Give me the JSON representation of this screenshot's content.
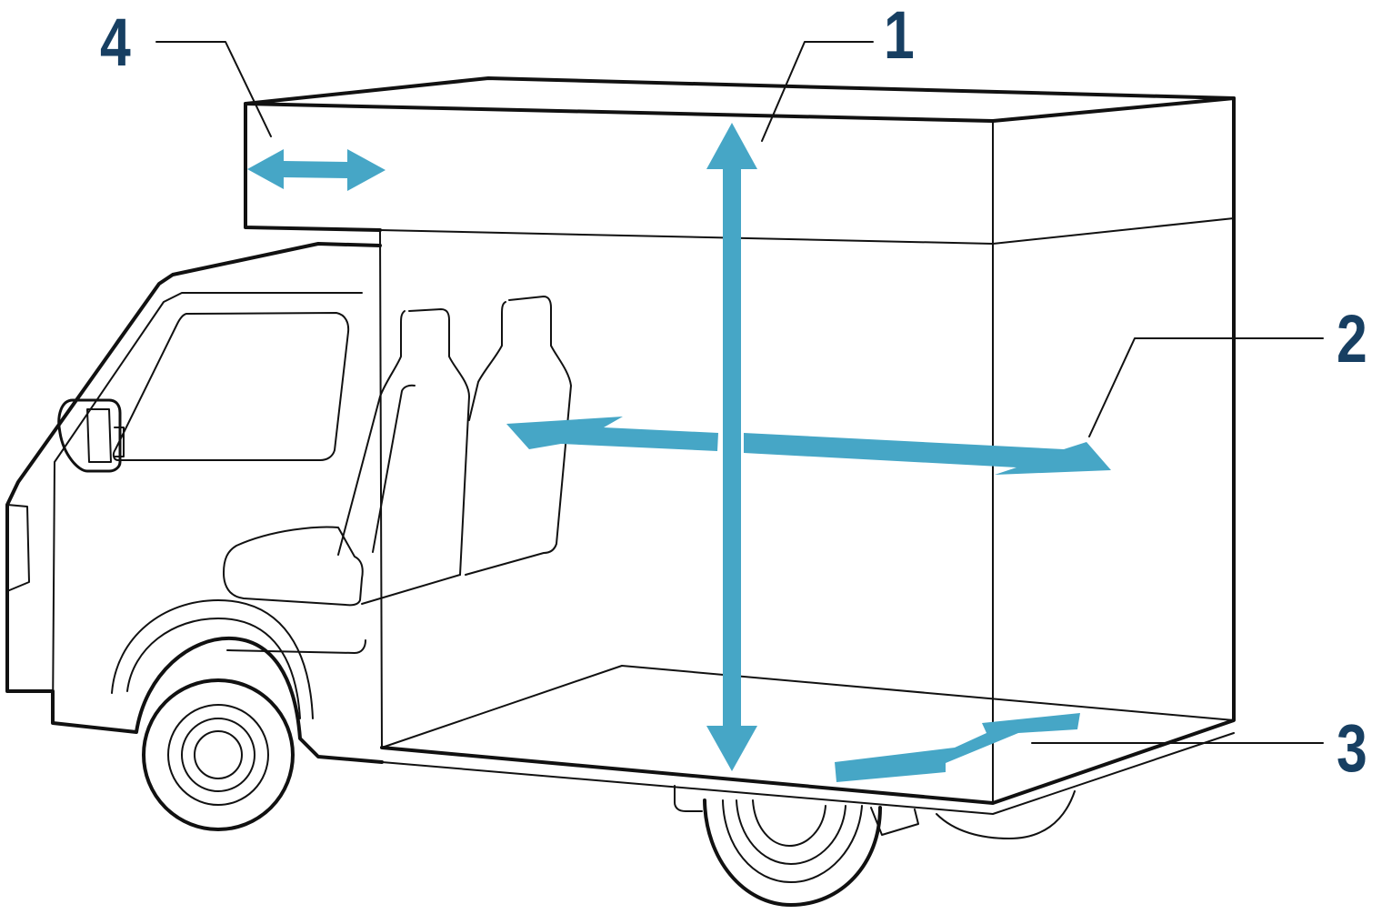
{
  "colors": {
    "outline": "#111111",
    "arrow": "#46A6C6",
    "label": "#173F62",
    "background": "#FFFFFF"
  },
  "callouts": [
    {
      "id": "1",
      "label": "1",
      "meaning": "height",
      "icon": "vertical-double-arrow-icon"
    },
    {
      "id": "2",
      "label": "2",
      "meaning": "length",
      "icon": "horizontal-double-arrow-icon"
    },
    {
      "id": "3",
      "label": "3",
      "meaning": "width",
      "icon": "diagonal-double-arrow-icon"
    },
    {
      "id": "4",
      "label": "4",
      "meaning": "overhang",
      "icon": "short-double-arrow-icon"
    }
  ]
}
